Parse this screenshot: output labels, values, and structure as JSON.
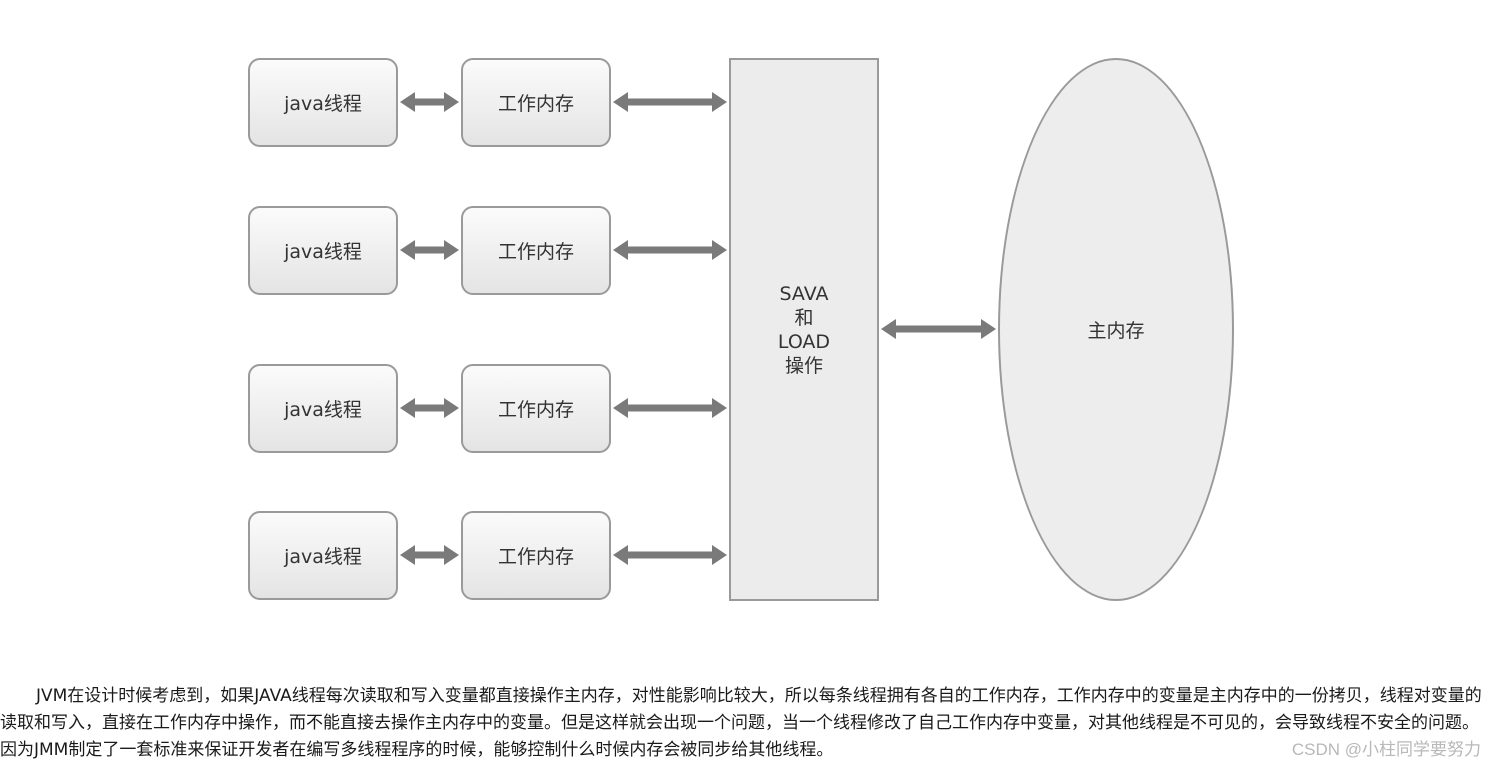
{
  "diagram": {
    "rows": [
      {
        "thread_label": "java线程",
        "memory_label": "工作内存"
      },
      {
        "thread_label": "java线程",
        "memory_label": "工作内存"
      },
      {
        "thread_label": "java线程",
        "memory_label": "工作内存"
      },
      {
        "thread_label": "java线程",
        "memory_label": "工作内存"
      }
    ],
    "operation_lines": [
      "SAVA",
      "和",
      "LOAD",
      "操作"
    ],
    "main_memory_label": "主内存",
    "arrow_color": "#7a7a7a"
  },
  "article": {
    "paragraph": "JVM在设计时候考虑到，如果JAVA线程每次读取和写入变量都直接操作主内存，对性能影响比较大，所以每条线程拥有各自的工作内存，工作内存中的变量是主内存中的一份拷贝，线程对变量的读取和写入，直接在工作内存中操作，而不能直接去操作主内存中的变量。但是这样就会出现一个问题，当一个线程修改了自己工作内存中变量，对其他线程是不可见的，会导致线程不安全的问题。因为JMM制定了一套标准来保证开发者在编写多线程程序的时候，能够控制什么时候内存会被同步给其他线程。"
  },
  "watermark": "CSDN @小柱同学要努力"
}
